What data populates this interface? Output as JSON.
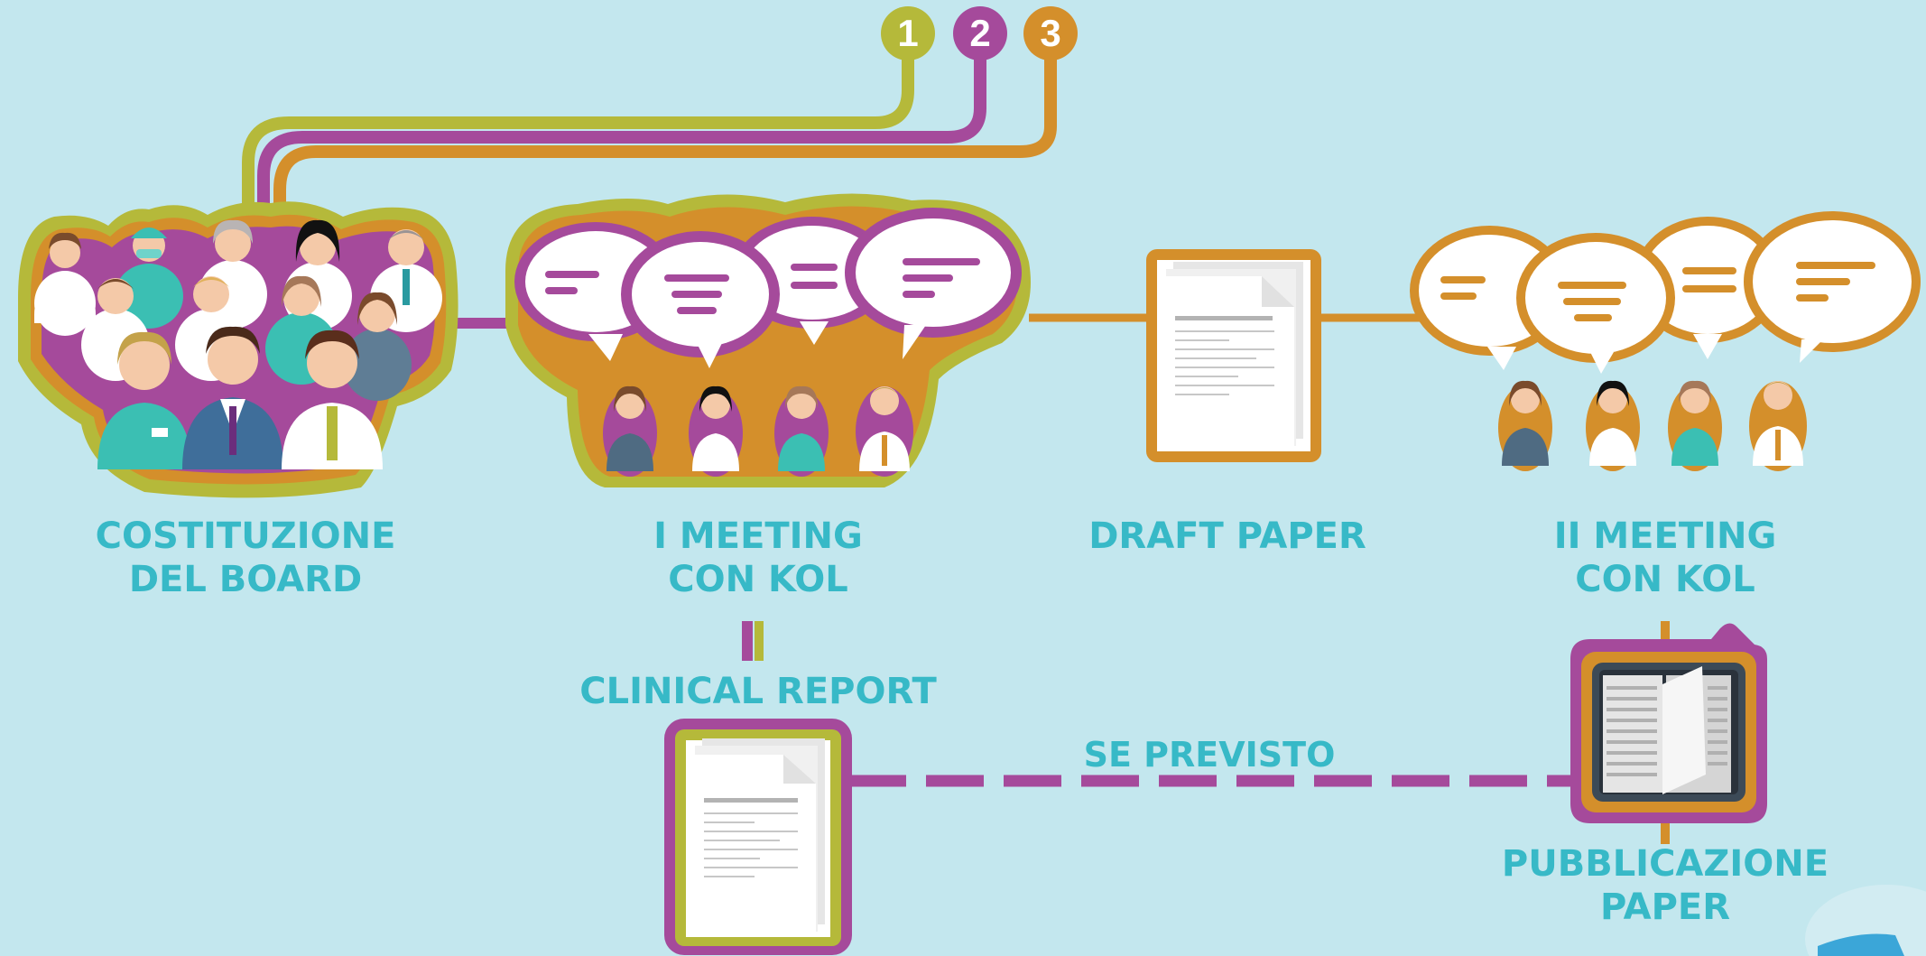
{
  "steps": [
    {
      "number": "1",
      "color": "#b5b93a"
    },
    {
      "number": "2",
      "color": "#a54a9b"
    },
    {
      "number": "3",
      "color": "#d48f2b"
    }
  ],
  "colors": {
    "background": "#c3e7ee",
    "olive": "#b5b93a",
    "purple": "#a54a9b",
    "orange": "#d48f2b",
    "label": "#37b9c7"
  },
  "stages": {
    "board": {
      "line1": "COSTITUZIONE",
      "line2": "DEL BOARD"
    },
    "meeting1": {
      "line1": "I MEETING",
      "line2": "CON KOL"
    },
    "draft": {
      "line1": "DRAFT PAPER"
    },
    "meeting2": {
      "line1": "II MEETING",
      "line2": "CON KOL"
    },
    "clinical_report": {
      "line1": "CLINICAL REPORT"
    },
    "publication": {
      "line1": "PUBBLICAZIONE",
      "line2": "PAPER"
    }
  },
  "connector": {
    "optional_label": "SE PREVISTO"
  },
  "icons": [
    "doctor-group-icon",
    "speech-bubble-icon",
    "document-icon",
    "tablet-book-icon"
  ]
}
